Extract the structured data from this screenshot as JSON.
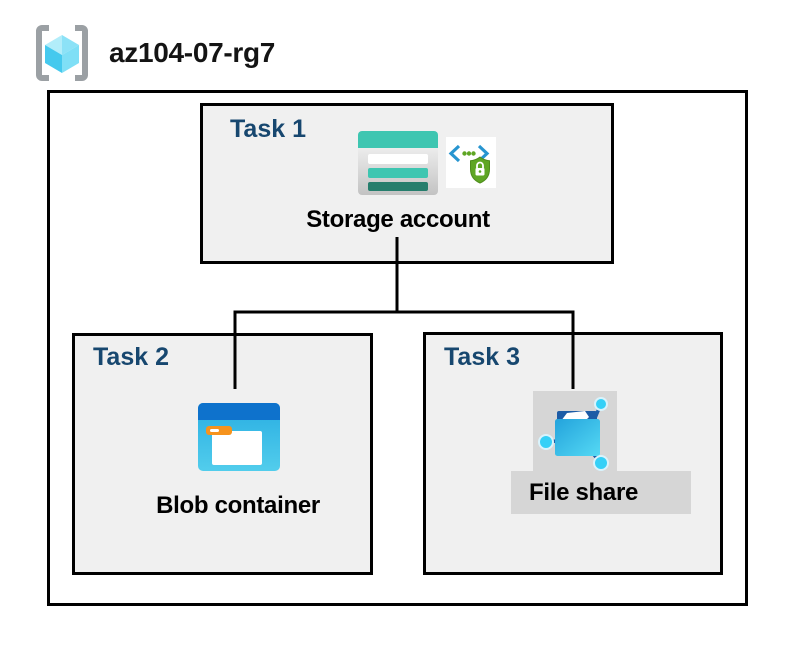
{
  "header": {
    "title": "az104-07-rg7",
    "icon": "resource-group-icon"
  },
  "tasks": [
    {
      "label": "Task 1",
      "item": "Storage account",
      "icons": [
        "storage-account-icon",
        "sas-shield-icon"
      ]
    },
    {
      "label": "Task 2",
      "item": "Blob container",
      "icons": [
        "blob-container-icon"
      ]
    },
    {
      "label": "Task 3",
      "item": "File share",
      "icons": [
        "file-share-icon"
      ]
    }
  ],
  "colors": {
    "task_label_blue": "#17476f",
    "box_fill_gray": "#f0f0f0",
    "border_black": "#000000",
    "storage_teal": "#3ec6b1",
    "storage_teal_dark": "#267e6d",
    "blob_header_blue": "#0e72cc",
    "blob_body_cyan": "#3fc0e8",
    "folder_tab_orange": "#f6931d",
    "file_share_dark_blue": "#1d5ca6",
    "node_cyan": "#35d0f7",
    "shield_green": "#5fa624",
    "bracket_gray": "#9ba0a4",
    "highlight_gray": "#d6d6d6"
  }
}
